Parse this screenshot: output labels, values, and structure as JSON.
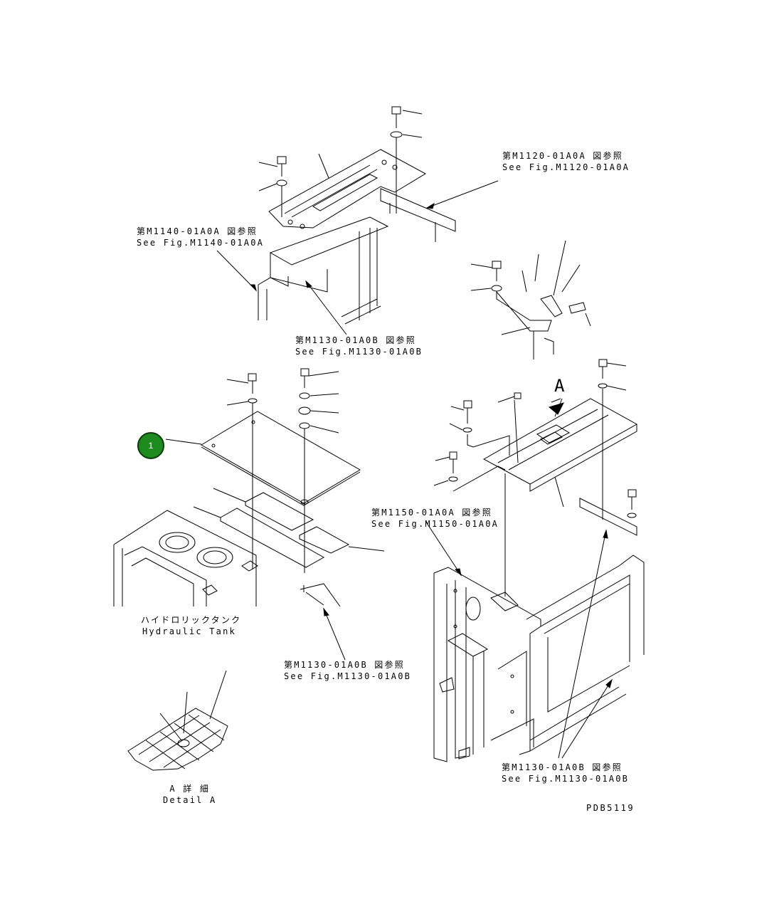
{
  "callouts": [
    {
      "number": "1"
    }
  ],
  "references": {
    "m1120": {
      "ja": "第M1120-01A0A 図参照",
      "en": "See Fig.M1120-01A0A"
    },
    "m1140": {
      "ja": "第M1140-01A0A 図参照",
      "en": "See Fig.M1140-01A0A"
    },
    "m1130_top": {
      "ja": "第M1130-01A0B 図参照",
      "en": "See Fig.M1130-01A0B"
    },
    "m1150": {
      "ja": "第M1150-01A0A 図参照",
      "en": "See Fig.M1150-01A0A"
    },
    "m1130_mid": {
      "ja": "第M1130-01A0B 図参照",
      "en": "See Fig.M1130-01A0B"
    },
    "m1130_bottom": {
      "ja": "第M1130-01A0B 図参照",
      "en": "See Fig.M1130-01A0B"
    }
  },
  "hydraulic_tank": {
    "ja": "ハイドロリックタンク",
    "en": "Hydraulic Tank"
  },
  "detail": {
    "letter": "A",
    "ja": "A 詳 細",
    "en": "Detail A"
  },
  "drawing_code": "PDB5119"
}
